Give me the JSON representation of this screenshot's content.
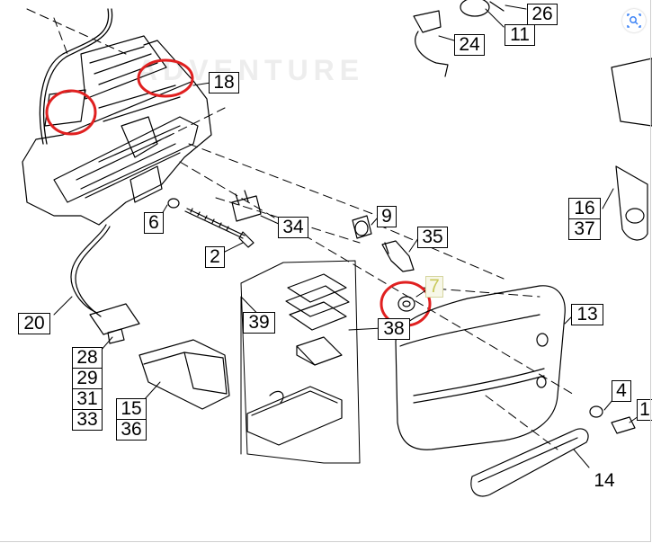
{
  "watermark": "ADVENTURE",
  "labels": {
    "p26": "26",
    "p24": "24",
    "p11": "11",
    "p18": "18",
    "p6": "6",
    "p34": "34",
    "p9": "9",
    "p35": "35",
    "p2": "2",
    "p7": "7",
    "p16": "16",
    "p37": "37",
    "p13": "13",
    "p39": "39",
    "p38": "38",
    "p20": "20",
    "p28": "28",
    "p29": "29",
    "p31": "31",
    "p33": "33",
    "p15": "15",
    "p36": "36",
    "p4": "4",
    "p1": "1",
    "p14": "14"
  },
  "colors": {
    "line": "#000000",
    "highlight_circle": "#e02020",
    "lens_icon": "#3b82f6",
    "label_yellow": "#c9c95a"
  },
  "icons": {
    "lens": "visual-search-icon"
  }
}
